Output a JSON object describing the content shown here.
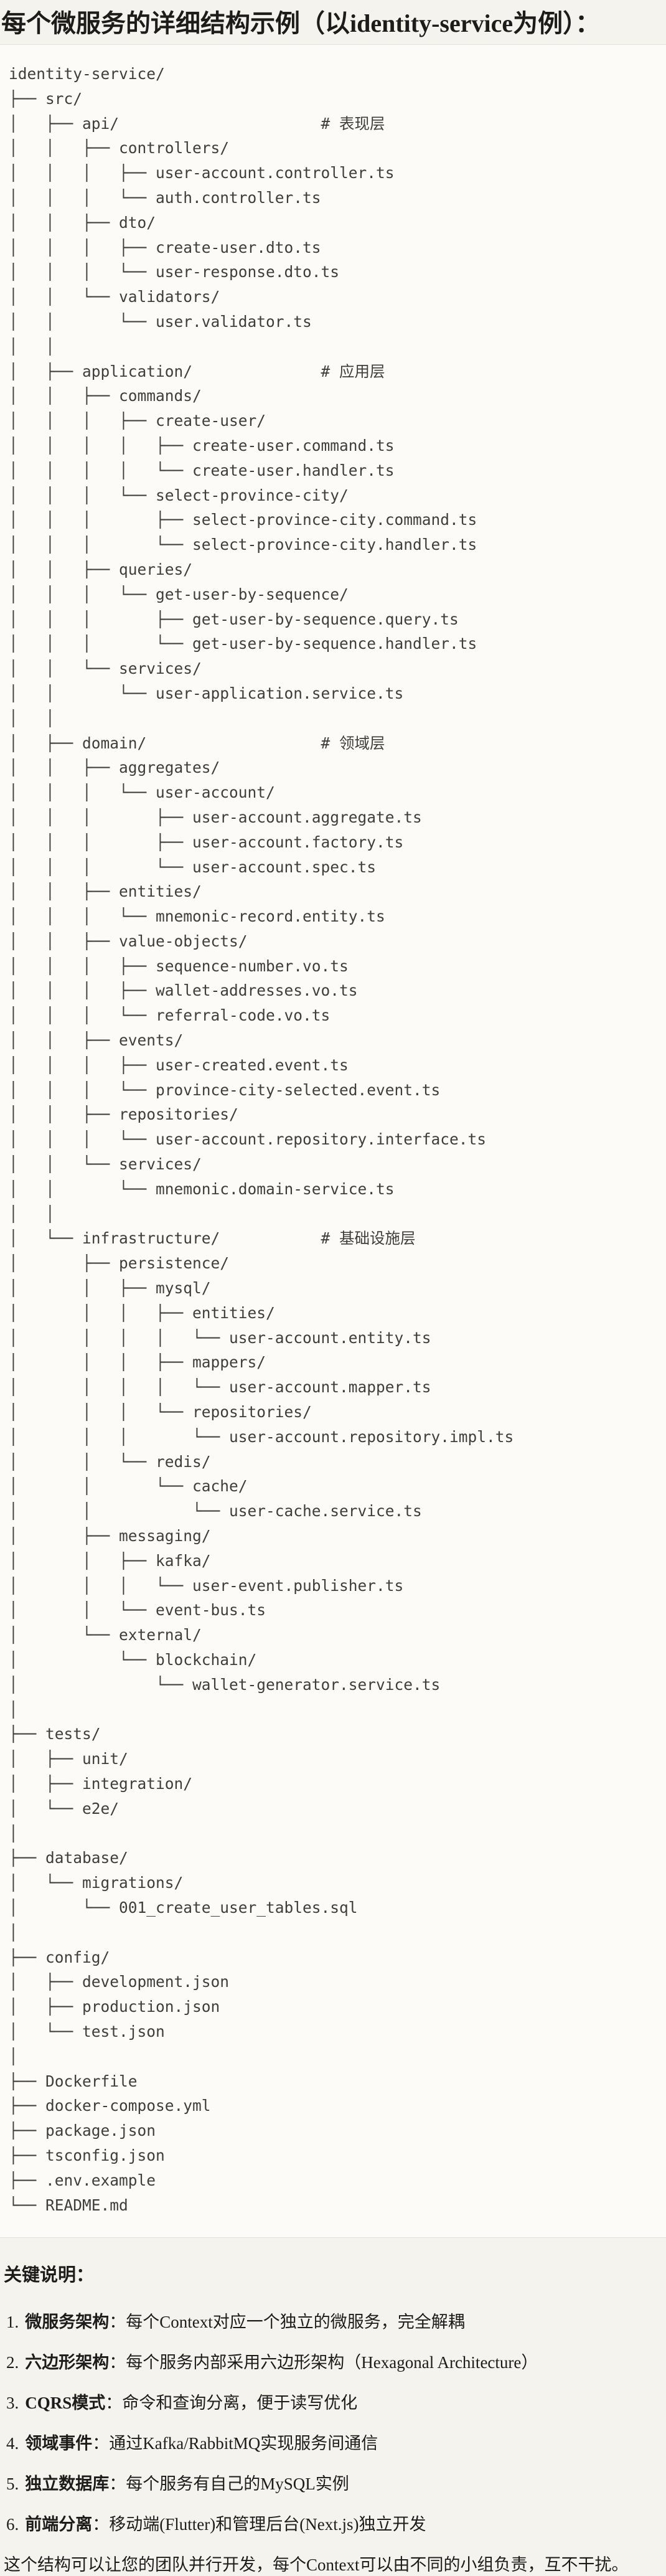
{
  "title": "每个微服务的详细结构示例（以identity-service为例）：",
  "colors": {
    "page_bg": "#F4F3EE",
    "code_bg": "#FCFBF8",
    "divider": "#E4E2DB",
    "tree_text": "#3F3E3B",
    "body_text": "#1D1C1A"
  },
  "tree_lines": [
    "identity-service/",
    "├── src/",
    "│   ├── api/                      # 表现层",
    "│   │   ├── controllers/",
    "│   │   │   ├── user-account.controller.ts",
    "│   │   │   └── auth.controller.ts",
    "│   │   ├── dto/",
    "│   │   │   ├── create-user.dto.ts",
    "│   │   │   └── user-response.dto.ts",
    "│   │   └── validators/",
    "│   │       └── user.validator.ts",
    "│   │",
    "│   ├── application/              # 应用层",
    "│   │   ├── commands/",
    "│   │   │   ├── create-user/",
    "│   │   │   │   ├── create-user.command.ts",
    "│   │   │   │   └── create-user.handler.ts",
    "│   │   │   └── select-province-city/",
    "│   │   │       ├── select-province-city.command.ts",
    "│   │   │       └── select-province-city.handler.ts",
    "│   │   ├── queries/",
    "│   │   │   └── get-user-by-sequence/",
    "│   │   │       ├── get-user-by-sequence.query.ts",
    "│   │   │       └── get-user-by-sequence.handler.ts",
    "│   │   └── services/",
    "│   │       └── user-application.service.ts",
    "│   │",
    "│   ├── domain/                   # 领域层",
    "│   │   ├── aggregates/",
    "│   │   │   └── user-account/",
    "│   │   │       ├── user-account.aggregate.ts",
    "│   │   │       ├── user-account.factory.ts",
    "│   │   │       └── user-account.spec.ts",
    "│   │   ├── entities/",
    "│   │   │   └── mnemonic-record.entity.ts",
    "│   │   ├── value-objects/",
    "│   │   │   ├── sequence-number.vo.ts",
    "│   │   │   ├── wallet-addresses.vo.ts",
    "│   │   │   └── referral-code.vo.ts",
    "│   │   ├── events/",
    "│   │   │   ├── user-created.event.ts",
    "│   │   │   └── province-city-selected.event.ts",
    "│   │   ├── repositories/",
    "│   │   │   └── user-account.repository.interface.ts",
    "│   │   └── services/",
    "│   │       └── mnemonic.domain-service.ts",
    "│   │",
    "│   └── infrastructure/           # 基础设施层",
    "│       ├── persistence/",
    "│       │   ├── mysql/",
    "│       │   │   ├── entities/",
    "│       │   │   │   └── user-account.entity.ts",
    "│       │   │   ├── mappers/",
    "│       │   │   │   └── user-account.mapper.ts",
    "│       │   │   └── repositories/",
    "│       │   │       └── user-account.repository.impl.ts",
    "│       │   └── redis/",
    "│       │       └── cache/",
    "│       │           └── user-cache.service.ts",
    "│       ├── messaging/",
    "│       │   ├── kafka/",
    "│       │   │   └── user-event.publisher.ts",
    "│       │   └── event-bus.ts",
    "│       └── external/",
    "│           └── blockchain/",
    "│               └── wallet-generator.service.ts",
    "│",
    "├── tests/",
    "│   ├── unit/",
    "│   ├── integration/",
    "│   └── e2e/",
    "│",
    "├── database/",
    "│   └── migrations/",
    "│       └── 001_create_user_tables.sql",
    "│",
    "├── config/",
    "│   ├── development.json",
    "│   ├── production.json",
    "│   └── test.json",
    "│",
    "├── Dockerfile",
    "├── docker-compose.yml",
    "├── package.json",
    "├── tsconfig.json",
    "├── .env.example",
    "└── README.md"
  ],
  "notes": {
    "heading": "关键说明：",
    "items": [
      {
        "num": "1.",
        "label": "微服务架构",
        "text": "：每个Context对应一个独立的微服务，完全解耦"
      },
      {
        "num": "2.",
        "label": "六边形架构",
        "text": "：每个服务内部采用六边形架构（Hexagonal Architecture）"
      },
      {
        "num": "3.",
        "label": "CQRS模式",
        "text": "：命令和查询分离，便于读写优化"
      },
      {
        "num": "4.",
        "label": "领域事件",
        "text": "：通过Kafka/RabbitMQ实现服务间通信"
      },
      {
        "num": "5.",
        "label": "独立数据库",
        "text": "：每个服务有自己的MySQL实例"
      },
      {
        "num": "6.",
        "label": "前端分离",
        "text": "：移动端(Flutter)和管理后台(Next.js)独立开发"
      }
    ],
    "footer": "这个结构可以让您的团队并行开发，每个Context可以由不同的小组负责，互不干扰。"
  }
}
